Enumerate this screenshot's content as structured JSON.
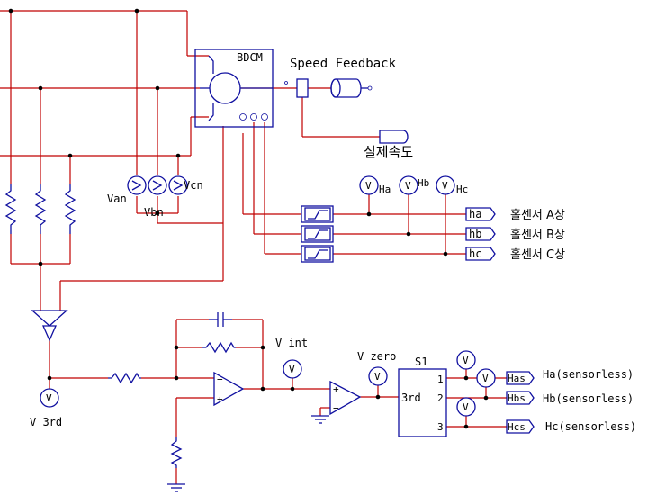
{
  "labels": {
    "bdcm": "BDCM",
    "speed_feedback": "Speed Feedback",
    "real_speed": "실제속도",
    "van": "Van",
    "vbn": "Vbn",
    "vcn": "Vcn",
    "ha": "Ha",
    "hb": "Hb",
    "hc": "Hc",
    "v_3rd": "V 3rd",
    "v_int": "V int",
    "v_zero": "V zero",
    "s1": "S1",
    "s1_in": "3rd",
    "s1_out1": "1",
    "s1_out2": "2",
    "s1_out3": "3",
    "meter_v": "V"
  },
  "tags": {
    "ha": "ha",
    "hb": "hb",
    "hc": "hc",
    "has": "Has",
    "hbs": "Hbs",
    "hcs": "Hcs"
  },
  "notes": {
    "ha_ko": "홀센서 A상",
    "hb_ko": "홀센서 B상",
    "hc_ko": "홀센서 C상",
    "ha_sl": "Ha(sensorless)",
    "hb_sl": "Hb(sensorless)",
    "hc_sl": "Hc(sensorless)"
  },
  "colors": {
    "wire": "#c00000",
    "component": "#1010a0",
    "background": "#ffffff"
  }
}
